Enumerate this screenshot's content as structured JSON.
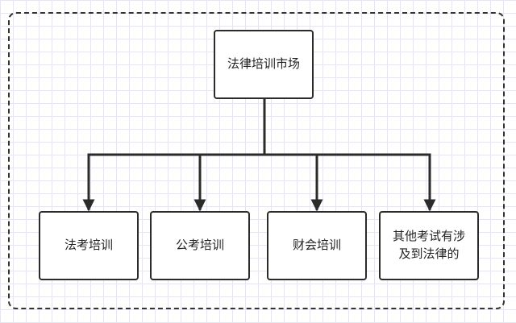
{
  "diagram": {
    "root": {
      "label": "法律培训市场"
    },
    "children": [
      {
        "label": "法考培训"
      },
      {
        "label": "公考培训"
      },
      {
        "label": "财会培训"
      },
      {
        "label": "其他考试有涉及到法律的"
      }
    ]
  },
  "colors": {
    "line": "#2b2b2b",
    "frame_border": "#333333",
    "grid": "#e6e6ee",
    "node_fill": "#ffffff"
  }
}
